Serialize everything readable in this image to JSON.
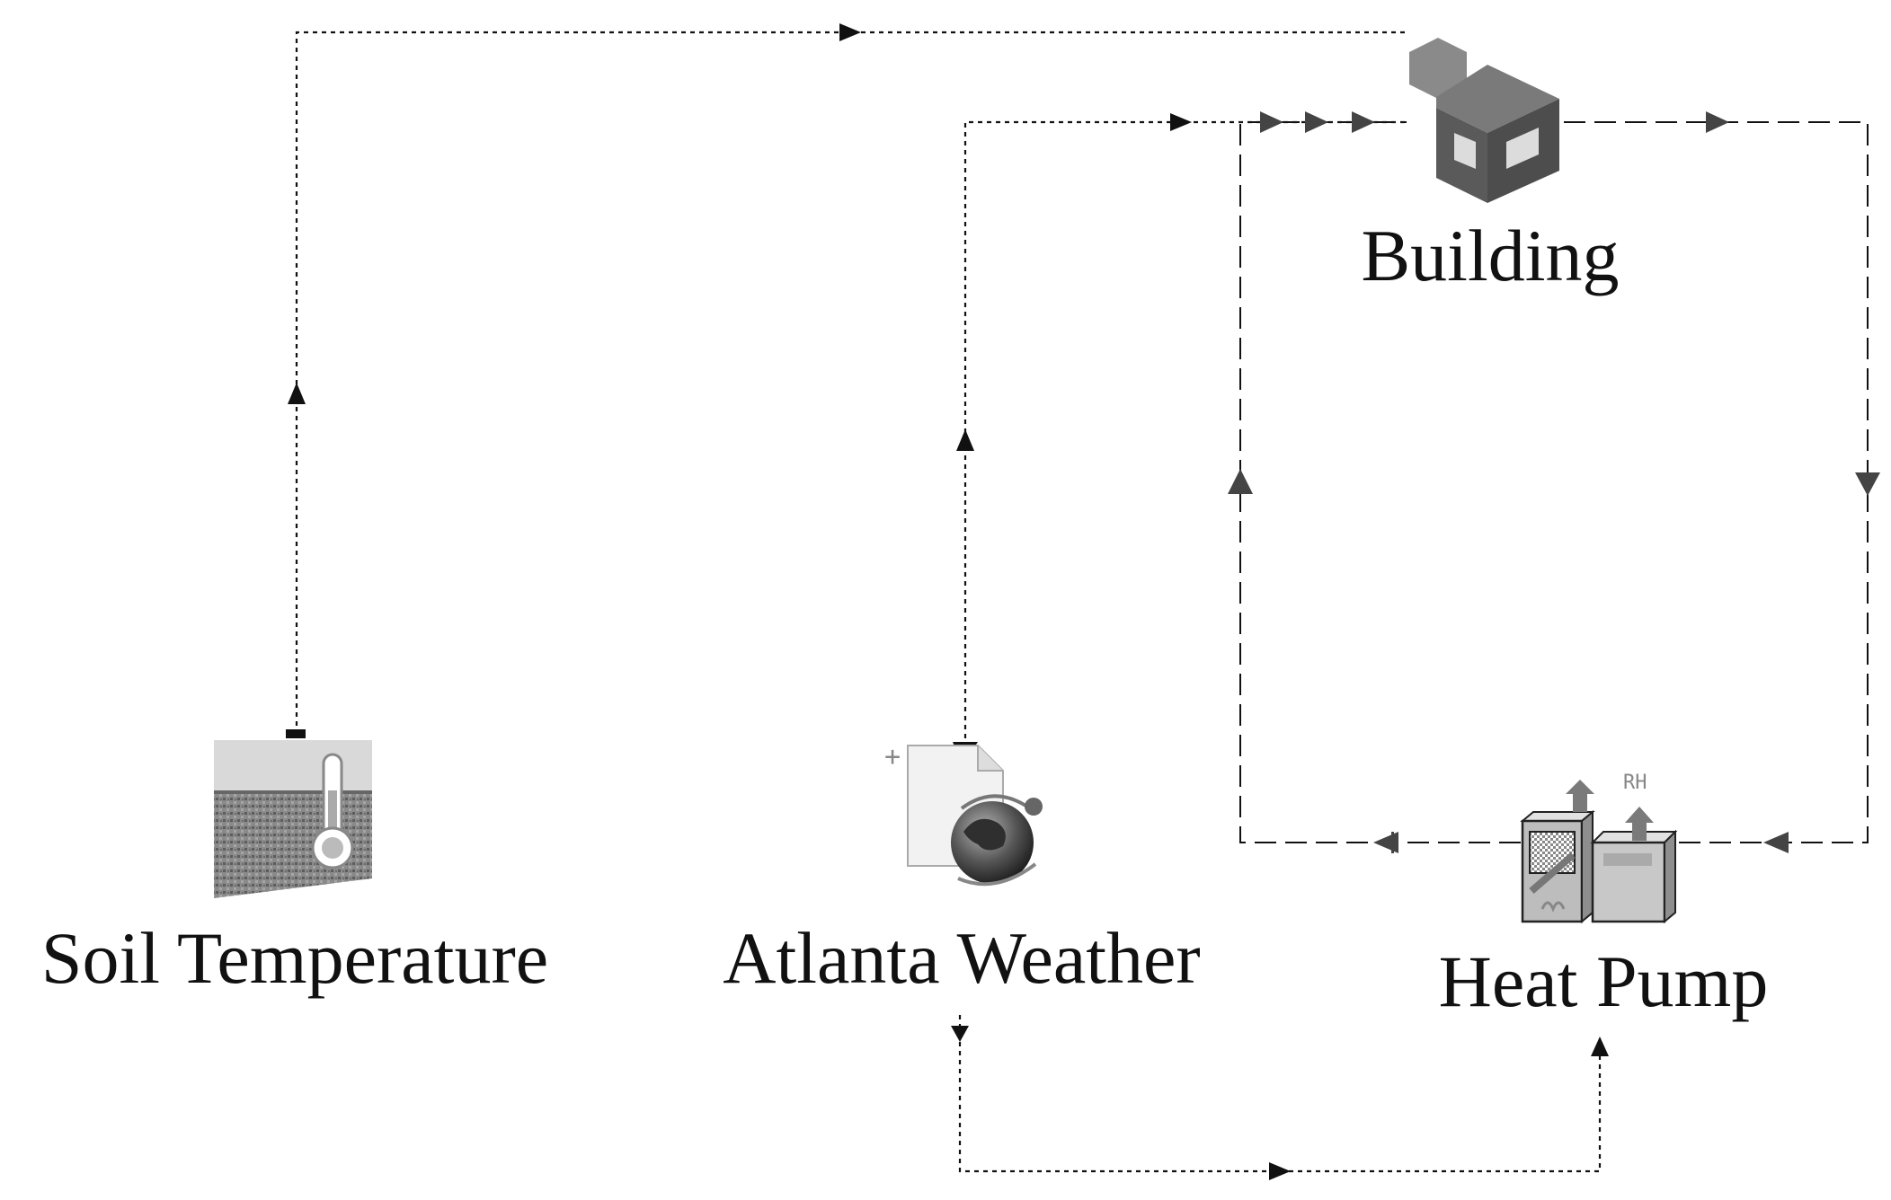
{
  "nodes": {
    "building": {
      "label": "Building"
    },
    "soil": {
      "label": "Soil Temperature"
    },
    "weather": {
      "label": "Atlanta Weather"
    },
    "heatpump": {
      "label": "Heat Pump",
      "badge": "RH"
    }
  },
  "colors": {
    "line": "#111111",
    "building_dark": "#5a5a5a",
    "building_light": "#8a8a8a",
    "heatpump_body": "#bdbdbd",
    "heatpump_top": "#e2e2e2",
    "soil_ground": "#7a7a7a",
    "globe": "#4a4a4a"
  },
  "icons": {
    "building": "building-cube-icon",
    "soil": "thermometer-soil-icon",
    "weather": "weather-file-globe-icon",
    "heatpump": "heat-pump-icon"
  }
}
